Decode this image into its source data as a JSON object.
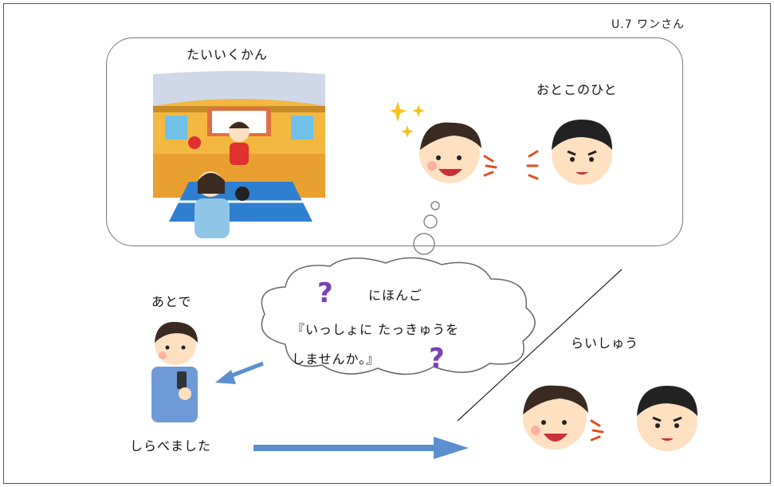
{
  "unit_label": "U.7 ワンさん",
  "scene1": {
    "place_label": "たいいくかん",
    "person_label": "おとこのひと"
  },
  "thought": {
    "language": "にほんご",
    "line1": "『いっしょに たっきゅうを",
    "line2": "しませんか。』"
  },
  "later": {
    "label": "あとで",
    "action": "しらべました"
  },
  "next_week": {
    "label": "らいしゅう"
  },
  "colors": {
    "arrow": "#5b8fd0",
    "question": "#7b3fb5",
    "skin": "#ffe0c0",
    "hair": "#3a2a20"
  }
}
